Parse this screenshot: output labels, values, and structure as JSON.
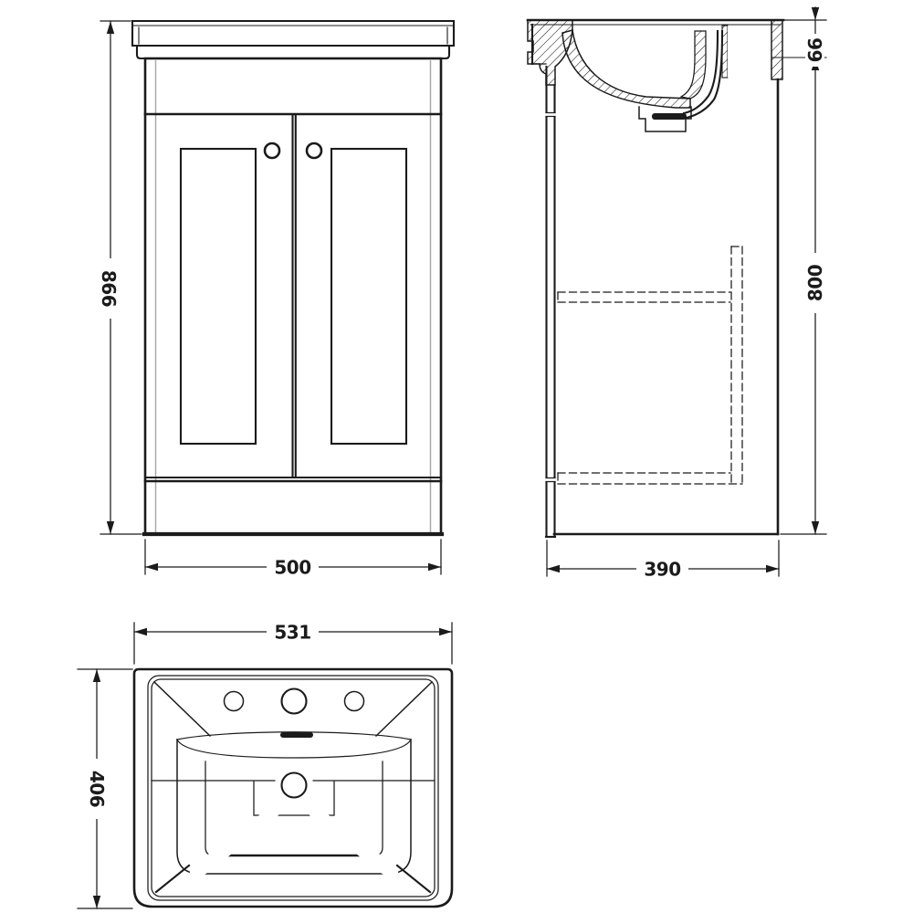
{
  "dimensions": {
    "front_height": "866",
    "front_width": "500",
    "basin_height": "66",
    "cabinet_height": "800",
    "side_depth": "390",
    "plan_width": "531",
    "plan_depth": "406"
  },
  "colors": {
    "line": "#1b1b1b",
    "thin_line": "#a9a9a9",
    "background": "#ffffff"
  }
}
